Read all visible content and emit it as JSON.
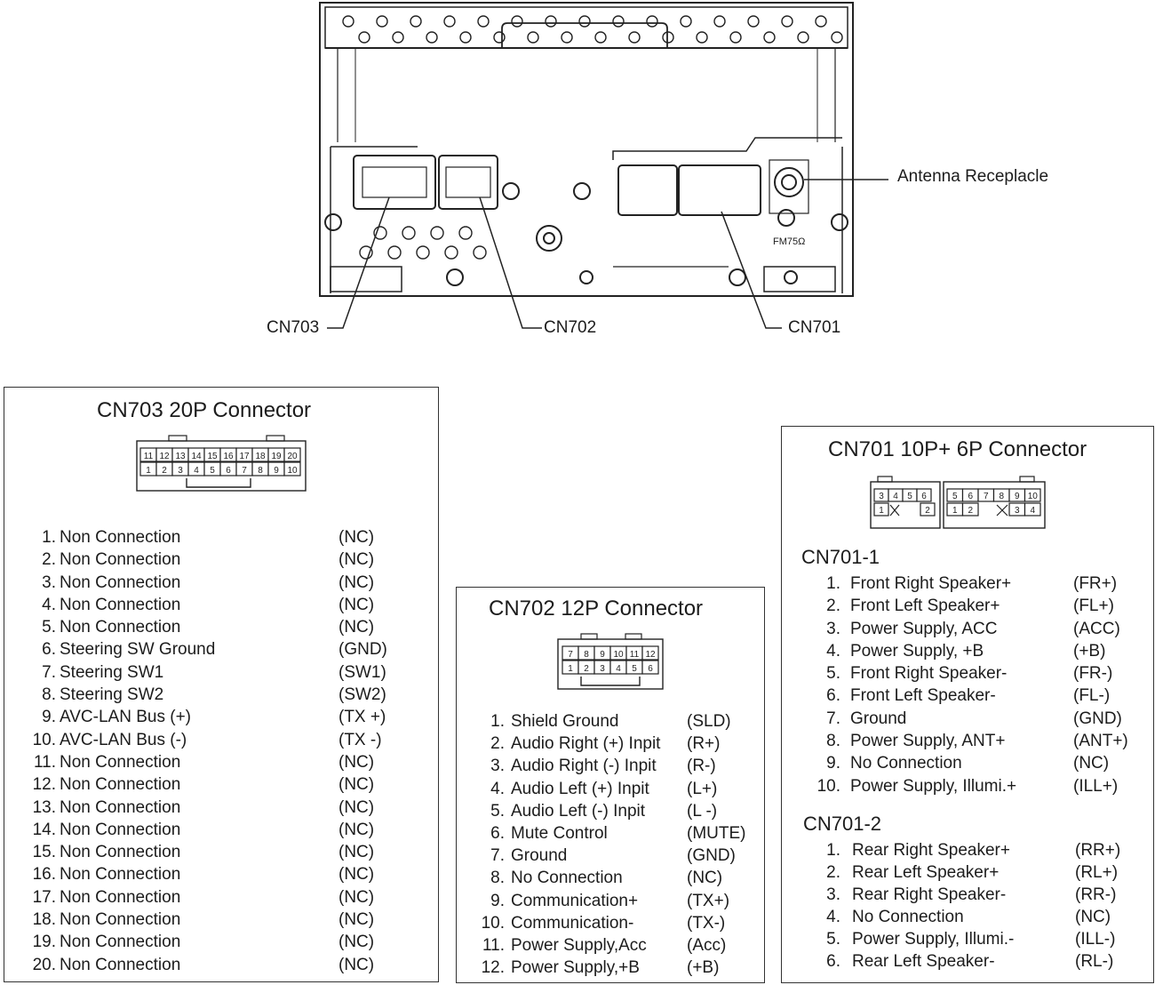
{
  "callouts": {
    "antenna": "Antenna Receplacle",
    "cn703": "CN703",
    "cn702": "CN702",
    "cn701": "CN701",
    "fm_mark": "FM75Ω"
  },
  "cn703": {
    "title": "CN703  20P Connector",
    "face_top": [
      "11",
      "12",
      "13",
      "14",
      "15",
      "16",
      "17",
      "18",
      "19",
      "20"
    ],
    "face_bottom": [
      "1",
      "2",
      "3",
      "4",
      "5",
      "6",
      "7",
      "8",
      "9",
      "10"
    ],
    "pins": [
      {
        "n": "1.",
        "label": "Non Connection",
        "code": "(NC)"
      },
      {
        "n": "2.",
        "label": "Non Connection",
        "code": "(NC)"
      },
      {
        "n": "3.",
        "label": "Non Connection",
        "code": "(NC)"
      },
      {
        "n": "4.",
        "label": "Non Connection",
        "code": "(NC)"
      },
      {
        "n": "5.",
        "label": "Non Connection",
        "code": "(NC)"
      },
      {
        "n": "6.",
        "label": "Steering SW Ground",
        "code": "(GND)"
      },
      {
        "n": "7.",
        "label": "Steering SW1",
        "code": "(SW1)"
      },
      {
        "n": "8.",
        "label": "Steering SW2",
        "code": "(SW2)"
      },
      {
        "n": "9.",
        "label": "AVC-LAN Bus (+)",
        "code": "(TX +)"
      },
      {
        "n": "10.",
        "label": "AVC-LAN Bus (-)",
        "code": "(TX -)"
      },
      {
        "n": "11.",
        "label": "Non Connection",
        "code": "(NC)"
      },
      {
        "n": "12.",
        "label": "Non Connection",
        "code": "(NC)"
      },
      {
        "n": "13.",
        "label": "Non Connection",
        "code": "(NC)"
      },
      {
        "n": "14.",
        "label": "Non Connection",
        "code": "(NC)"
      },
      {
        "n": "15.",
        "label": "Non Connection",
        "code": "(NC)"
      },
      {
        "n": "16.",
        "label": "Non Connection",
        "code": "(NC)"
      },
      {
        "n": "17.",
        "label": "Non Connection",
        "code": "(NC)"
      },
      {
        "n": "18.",
        "label": "Non Connection",
        "code": "(NC)"
      },
      {
        "n": "19.",
        "label": "Non Connection",
        "code": "(NC)"
      },
      {
        "n": "20.",
        "label": "Non Connection",
        "code": "(NC)"
      }
    ]
  },
  "cn702": {
    "title": "CN702  12P Connector",
    "face_top": [
      "7",
      "8",
      "9",
      "10",
      "11",
      "12"
    ],
    "face_bottom": [
      "1",
      "2",
      "3",
      "4",
      "5",
      "6"
    ],
    "pins": [
      {
        "n": "1.",
        "label": "Shield Ground",
        "code": "(SLD)"
      },
      {
        "n": "2.",
        "label": "Audio Right (+) Inpit",
        "code": "(R+)"
      },
      {
        "n": "3.",
        "label": "Audio Right (-) Inpit",
        "code": "(R-)"
      },
      {
        "n": "4.",
        "label": "Audio Left (+) Inpit",
        "code": "(L+)"
      },
      {
        "n": "5.",
        "label": "Audio Left (-) Inpit",
        "code": "(L -)"
      },
      {
        "n": "6.",
        "label": "Mute Control",
        "code": "(MUTE)"
      },
      {
        "n": "7.",
        "label": "Ground",
        "code": "(GND)"
      },
      {
        "n": "8.",
        "label": "No Connection",
        "code": "(NC)"
      },
      {
        "n": "9.",
        "label": "Communication+",
        "code": "(TX+)"
      },
      {
        "n": "10.",
        "label": "Communication-",
        "code": "(TX-)"
      },
      {
        "n": "11.",
        "label": "Power Supply,Acc",
        "code": "(Acc)"
      },
      {
        "n": "12.",
        "label": "Power Supply,+B",
        "code": "(+B)"
      }
    ]
  },
  "cn701": {
    "title": "CN701  10P+ 6P Connector",
    "face_a_top": [
      "3",
      "4",
      "5",
      "6"
    ],
    "face_a_bottom": [
      "1",
      "2"
    ],
    "face_b_top": [
      "5",
      "6",
      "7",
      "8",
      "9",
      "10"
    ],
    "face_b_bottom": [
      "1",
      "2",
      "3",
      "4"
    ],
    "sub1": {
      "title": "CN701-1",
      "pins": [
        {
          "n": "1.",
          "label": "Front Right Speaker+",
          "code": "(FR+)"
        },
        {
          "n": "2.",
          "label": "Front Left Speaker+",
          "code": "(FL+)"
        },
        {
          "n": "3.",
          "label": "Power Supply, ACC",
          "code": "(ACC)"
        },
        {
          "n": "4.",
          "label": "Power Supply, +B",
          "code": "(+B)"
        },
        {
          "n": "5.",
          "label": "Front Right Speaker-",
          "code": "(FR-)"
        },
        {
          "n": "6.",
          "label": "Front Left Speaker-",
          "code": "(FL-)"
        },
        {
          "n": "7.",
          "label": "Ground",
          "code": "(GND)"
        },
        {
          "n": "8.",
          "label": "Power Supply, ANT+",
          "code": "(ANT+)"
        },
        {
          "n": "9.",
          "label": "No Connection",
          "code": "(NC)"
        },
        {
          "n": "10.",
          "label": "Power Supply, Illumi.+",
          "code": "(ILL+)"
        }
      ]
    },
    "sub2": {
      "title": "CN701-2",
      "pins": [
        {
          "n": "1.",
          "label": "Rear Right Speaker+",
          "code": "(RR+)"
        },
        {
          "n": "2.",
          "label": "Rear Left Speaker+",
          "code": "(RL+)"
        },
        {
          "n": "3.",
          "label": "Rear Right Speaker-",
          "code": "(RR-)"
        },
        {
          "n": "4.",
          "label": "No Connection",
          "code": "(NC)"
        },
        {
          "n": "5.",
          "label": "Power Supply, Illumi.-",
          "code": "(ILL-)"
        },
        {
          "n": "6.",
          "label": "Rear Left Speaker-",
          "code": "(RL-)"
        }
      ]
    }
  }
}
